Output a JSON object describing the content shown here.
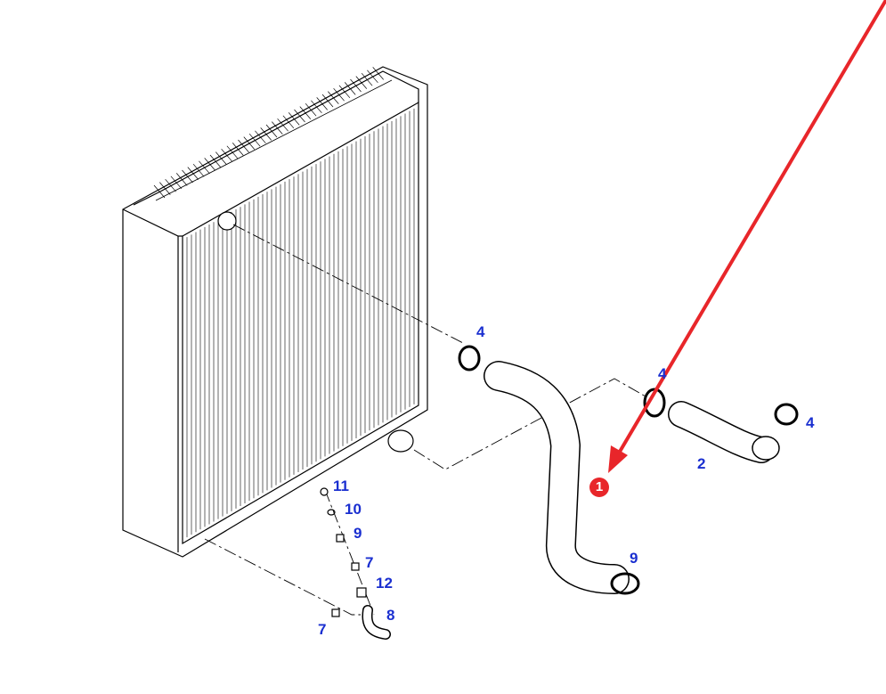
{
  "callouts": [
    {
      "id": "clamp-4a",
      "text": "4"
    },
    {
      "id": "clamp-4b",
      "text": "4"
    },
    {
      "id": "clamp-4c",
      "text": "4"
    },
    {
      "id": "hose-2",
      "text": "2"
    },
    {
      "id": "clamp-9a",
      "text": "9"
    },
    {
      "id": "part-11",
      "text": "11"
    },
    {
      "id": "part-10",
      "text": "10"
    },
    {
      "id": "part-9b",
      "text": "9"
    },
    {
      "id": "part-7a",
      "text": "7"
    },
    {
      "id": "part-12",
      "text": "12"
    },
    {
      "id": "hose-8",
      "text": "8"
    },
    {
      "id": "part-7b",
      "text": "7"
    }
  ],
  "highlight": {
    "badge_text": "1",
    "color": "#e8262a"
  },
  "label_color": "#1a2fd0"
}
